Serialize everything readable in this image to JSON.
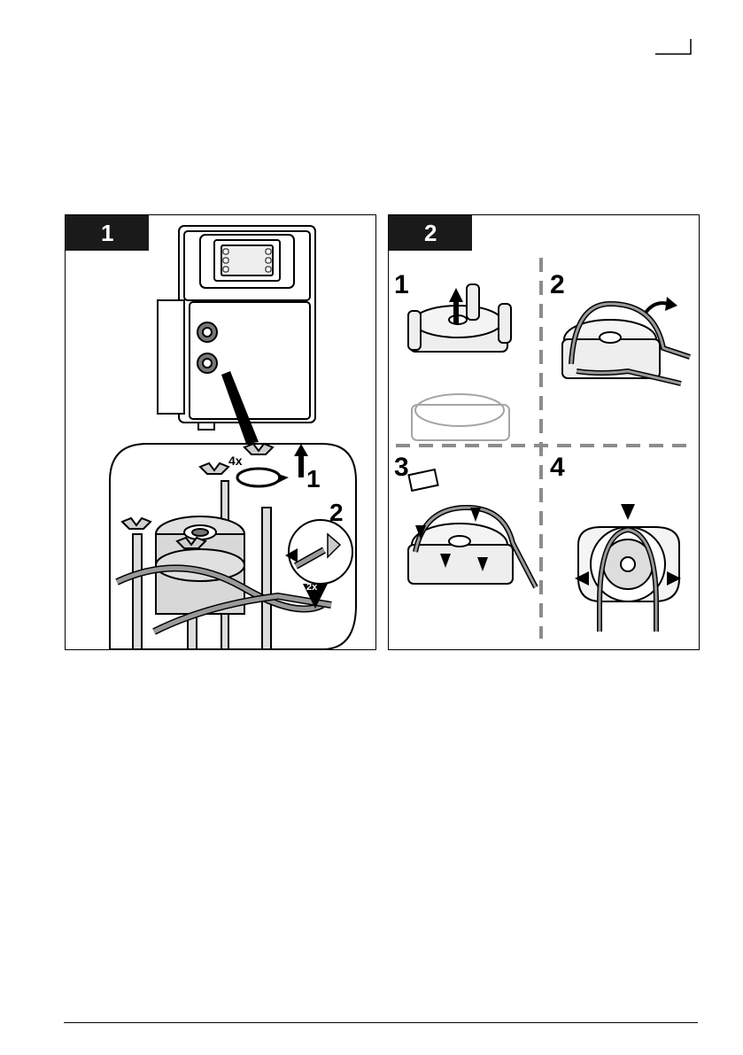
{
  "panels": [
    {
      "step": "1",
      "callouts": {
        "count_a": "4x",
        "step_a": "1",
        "step_b": "2",
        "count_b": "2x"
      }
    },
    {
      "step": "2",
      "substeps": [
        "1",
        "2",
        "3",
        "4"
      ]
    }
  ],
  "colors": {
    "tab": "#1a1a1a",
    "dash": "#8c8c8c",
    "line": "#000000",
    "tube": "#9a9a9a"
  }
}
